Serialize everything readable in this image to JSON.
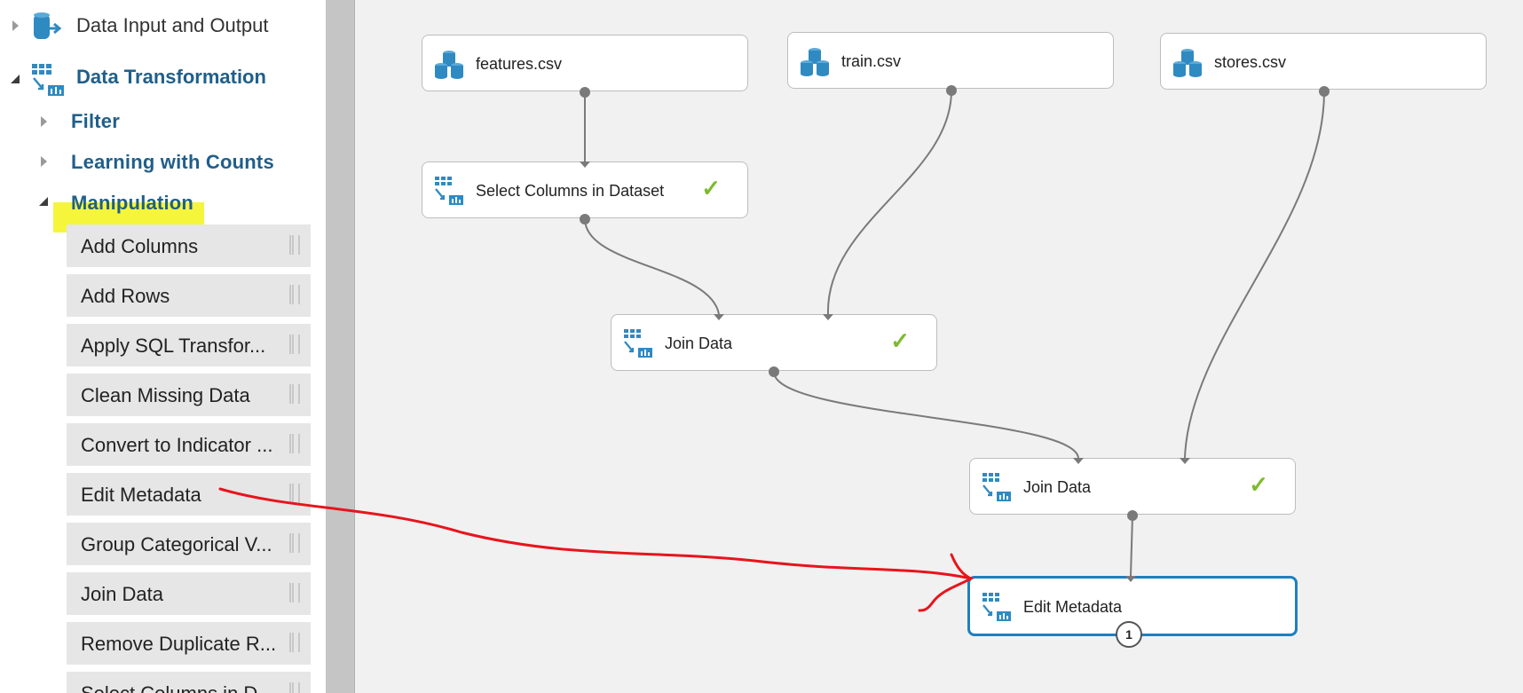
{
  "sidebar": {
    "categories": [
      {
        "label": "Data Input and Output",
        "expanded": false
      },
      {
        "label": "Data Transformation",
        "expanded": true
      }
    ],
    "subcategories": [
      {
        "label": "Filter",
        "expanded": false
      },
      {
        "label": "Learning with Counts",
        "expanded": false
      },
      {
        "label": "Manipulation",
        "expanded": true,
        "highlighted": true
      }
    ],
    "modules": [
      {
        "label": "Add Columns"
      },
      {
        "label": "Add Rows"
      },
      {
        "label": "Apply SQL Transfor..."
      },
      {
        "label": "Clean Missing Data"
      },
      {
        "label": "Convert to Indicator ..."
      },
      {
        "label": "Edit Metadata"
      },
      {
        "label": "Group Categorical V..."
      },
      {
        "label": "Join Data"
      },
      {
        "label": "Remove Duplicate R..."
      },
      {
        "label": "Select Columns in D..."
      }
    ]
  },
  "canvas": {
    "nodes": [
      {
        "id": "features",
        "label": "features.csv",
        "icon": "dataset-icon",
        "check": ""
      },
      {
        "id": "train",
        "label": "train.csv",
        "icon": "dataset-icon",
        "check": ""
      },
      {
        "id": "stores",
        "label": "stores.csv",
        "icon": "dataset-icon",
        "check": ""
      },
      {
        "id": "select",
        "label": "Select Columns in Dataset",
        "icon": "transform-icon",
        "check": "✓"
      },
      {
        "id": "join1",
        "label": "Join Data",
        "icon": "transform-icon",
        "check": "✓"
      },
      {
        "id": "join2",
        "label": "Join Data",
        "icon": "transform-icon",
        "check": "✓"
      },
      {
        "id": "edit",
        "label": "Edit Metadata",
        "icon": "transform-icon",
        "check": "",
        "selected": true,
        "badge": "1"
      }
    ]
  },
  "colors": {
    "accent_blue": "#1f7fc0",
    "check_green": "#7cbb2c",
    "highlight_yellow": "#f5f53c",
    "annotation_red": "#e8141c",
    "category_blue": "#1f5f8a"
  }
}
